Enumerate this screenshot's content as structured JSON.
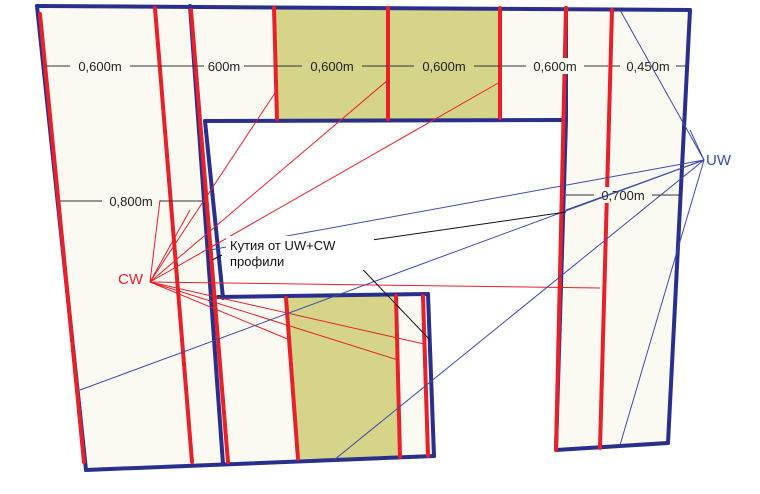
{
  "colors": {
    "uw_profile": "#2a2f8c",
    "cw_profile": "#e8202a",
    "board_fill": "#fbfaf2",
    "insulation_fill": "#d6d489",
    "dimension_line": "#333333",
    "leader_cw": "#e8202a",
    "leader_uw": "#3b4aa8"
  },
  "labels": {
    "cw": "CW",
    "uw": "UW",
    "note_line1": "Кутия от UW+CW",
    "note_line2": "профили"
  },
  "dimensions": {
    "top_row": [
      "0,600m",
      "600m",
      "0,600m",
      "0,600m",
      "0,600m",
      "0,450m"
    ],
    "left_mid": "0,800m",
    "right_mid": "0,700m"
  }
}
